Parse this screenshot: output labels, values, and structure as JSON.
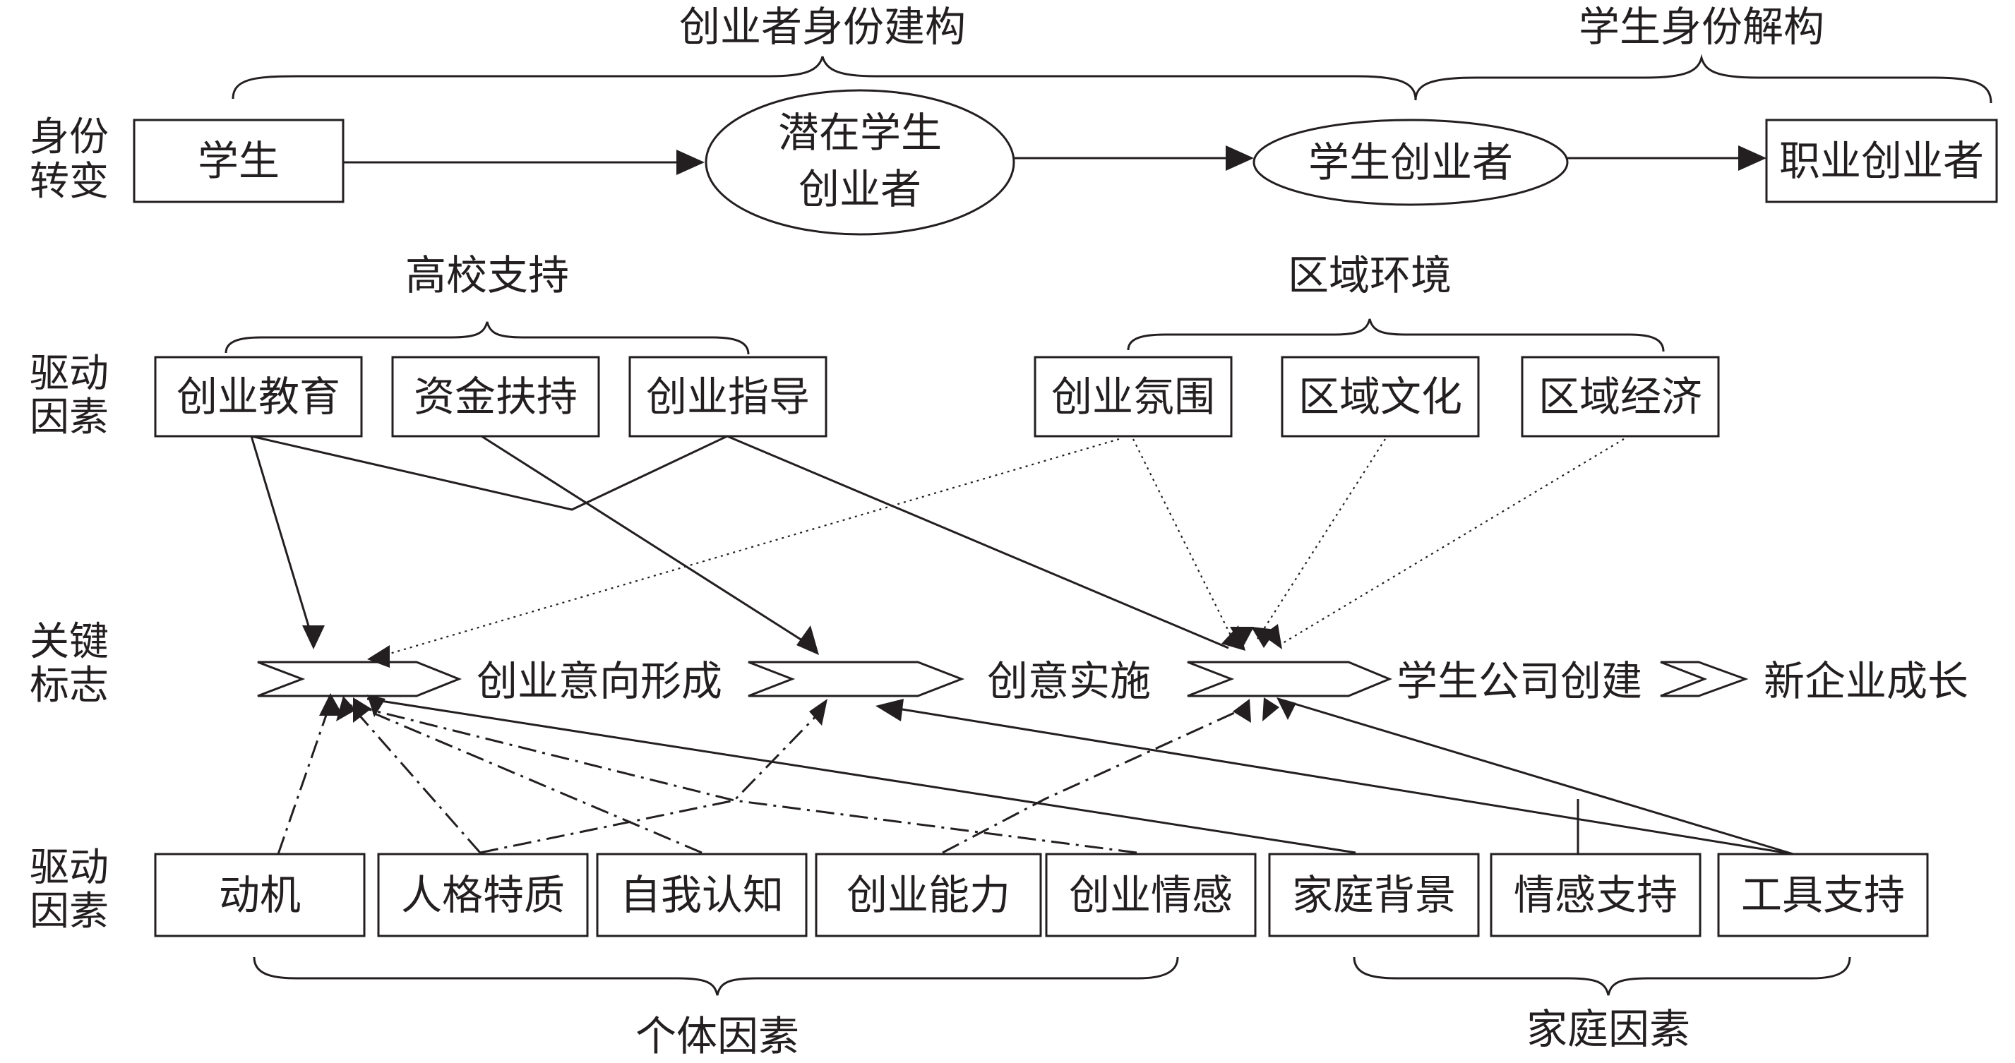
{
  "top_groups": {
    "build": "创业者身份建构",
    "deconstruct": "学生身份解构"
  },
  "row_labels": {
    "identity": [
      "身份",
      "转变"
    ],
    "drivers_top": [
      "驱动",
      "因素"
    ],
    "milestones": [
      "关键",
      "标志"
    ],
    "drivers_bottom": [
      "驱动",
      "因素"
    ]
  },
  "identity_stages": {
    "student": "学生",
    "latent": [
      "潜在学生",
      "创业者"
    ],
    "student_entrepreneur": "学生创业者",
    "professional": "职业创业者"
  },
  "university_support": {
    "title": "高校支持",
    "items": [
      "创业教育",
      "资金扶持",
      "创业指导"
    ]
  },
  "regional_environment": {
    "title": "区域环境",
    "items": [
      "创业氛围",
      "区域文化",
      "区域经济"
    ]
  },
  "milestones": [
    "创业意向形成",
    "创意实施",
    "学生公司创建",
    "新企业成长"
  ],
  "individual_factors": {
    "title": "个体因素",
    "items": [
      "动机",
      "人格特质",
      "自我认知",
      "创业能力",
      "创业情感"
    ]
  },
  "family_factors": {
    "title": "家庭因素",
    "items": [
      "家庭背景",
      "情感支持",
      "工具支持"
    ]
  }
}
